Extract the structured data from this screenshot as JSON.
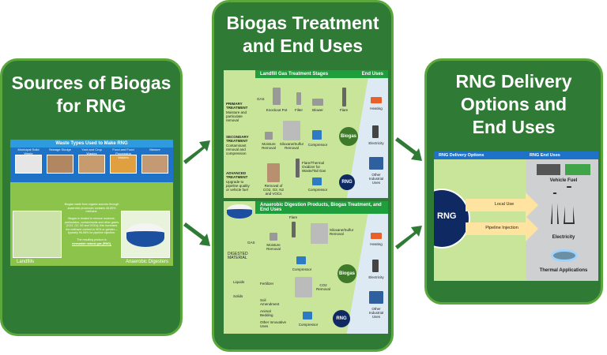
{
  "panels": {
    "sources": {
      "title_line1": "Sources of Biogas",
      "title_line2": "for RNG",
      "header": "Waste Types Used to Make RNG",
      "waste_types": [
        "Municipal Solid Waste",
        "Sewage Sludge",
        "Yard and Crop Wastes",
        "Food and Food Processing Wastes",
        "Manure"
      ],
      "text1": "Biogas made from organic sources through anaerobic processes contains 45-65% methane.",
      "text2": "Biogas is treated to remove moisture, particulates, contaminants and other gases (CO2, O2, N2 and VOCs); this increases the methane content to 90% or greater—typically 96-98% for pipeline injection.",
      "text3": "The resulting product is",
      "text3_bold": "renewable natural gas (RNG).",
      "landfills": "Landfills",
      "digesters": "Anaerobic Digesters"
    },
    "treatment": {
      "title_line1": "Biogas Treatment",
      "title_line2": "and End Uses",
      "landfill": {
        "header": "Landfill Gas Treatment Stages",
        "end_uses": "End Uses",
        "gas": "GAS",
        "primary": "PRIMARY TREATMENT",
        "primary_desc": "Moisture and particulate removal",
        "secondary": "SECONDARY TREATMENT",
        "secondary_desc": "Contaminant removal and compression",
        "advanced": "ADVANCED TREATMENT",
        "advanced_desc": "Upgrade to pipeline quality or vehicle fuel",
        "steps": [
          "Knockout Pot",
          "Filter",
          "Blower",
          "Flare",
          "Moisture Removal",
          "Siloxane/Sulfur Removal",
          "Compressor",
          "Removal of CO2, O2, N2 and VOCs",
          "Flare/Thermal Oxidizer for Waste/Tail Gas",
          "Compressor"
        ],
        "biogas": "Biogas",
        "rng": "RNG",
        "uses": [
          "Heating",
          "Electricity",
          "Other Industrial Uses"
        ]
      },
      "digestion": {
        "header": "Anaerobic Digestion Products, Biogas Treatment, and End Uses",
        "gas": "GAS",
        "digested": "DIGESTED MATERIAL",
        "steps": [
          "Flare",
          "Moisture Removal",
          "Siloxane/Sulfur Removal",
          "Compressor",
          "CO2 Removal",
          "Compressor"
        ],
        "products": [
          "Liquids",
          "Fertilizer",
          "Solids",
          "Soil Amendment",
          "Animal Bedding",
          "Other Innovative Uses"
        ],
        "biogas": "Biogas",
        "rng": "RNG",
        "uses": [
          "Heating",
          "Electricity",
          "Other Industrial Uses"
        ]
      }
    },
    "delivery": {
      "title_line1": "RNG Delivery",
      "title_line2": "Options and",
      "title_line3": "End Uses",
      "header_left": "RNG Delivery Options",
      "header_right": "RNG End Uses",
      "rng": "RNG",
      "options": [
        "Local Use",
        "Pipeline Injection"
      ],
      "uses": [
        "Vehicle Fuel",
        "Electricity",
        "Thermal Applications"
      ]
    }
  },
  "colors": {
    "panel": "#2f7a34",
    "border": "#5aa83c",
    "header_blue": "#1e73c8",
    "light_green": "#c8e59a",
    "rng_navy": "#0f2a63",
    "biogas_green": "#3f7a2a"
  }
}
